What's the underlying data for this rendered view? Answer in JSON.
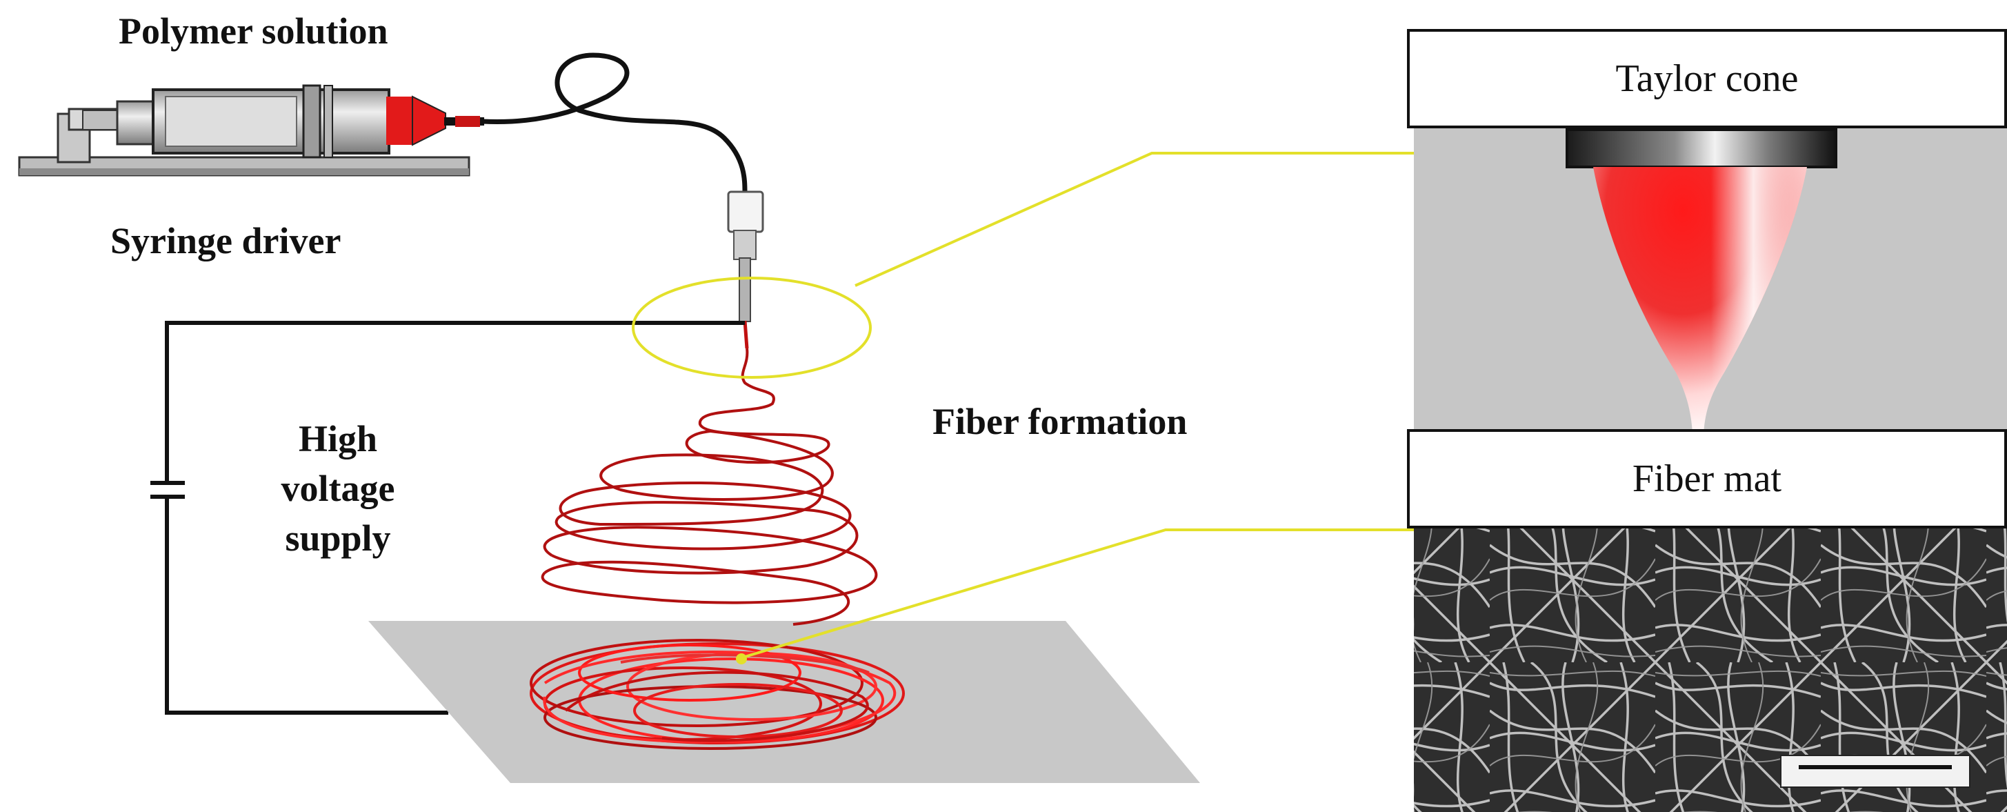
{
  "labels": {
    "polymer_solution": "Polymer solution",
    "syringe_driver": "Syringe driver",
    "hv_line1": "High",
    "hv_line2": "voltage",
    "hv_line3": "supply",
    "fiber_formation": "Fiber formation"
  },
  "panels": {
    "taylor_cone": {
      "title": "Taylor cone"
    },
    "fiber_mat": {
      "title": "Fiber mat"
    }
  },
  "colors": {
    "callout": "#e3e02a",
    "jet": "#b01010",
    "jet_bright": "#ff2020",
    "panel_bg": "#c6c6c6",
    "collector": "#c8c8c8"
  }
}
